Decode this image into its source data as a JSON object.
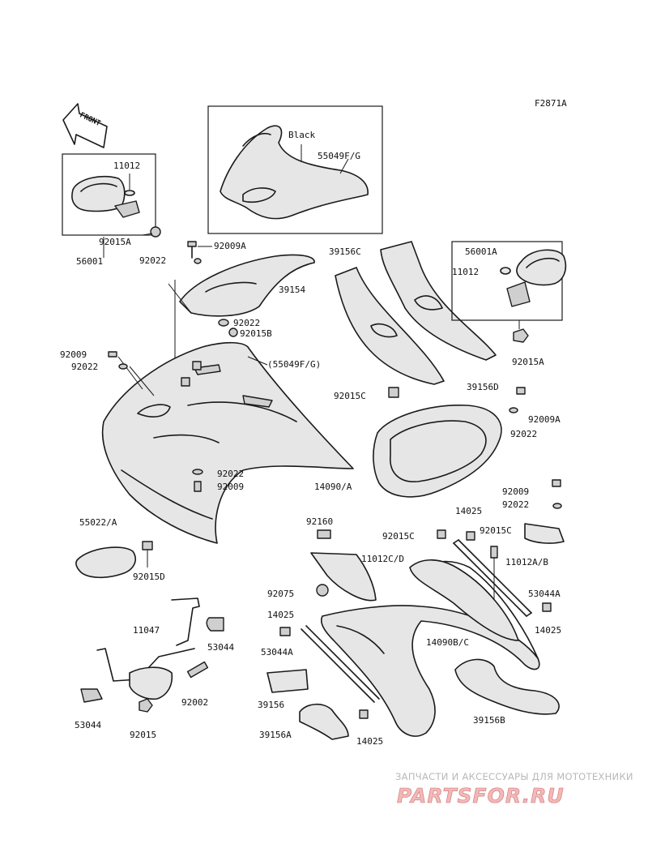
{
  "diagram_code": "F2871A",
  "front_arrow_label": "FRONT",
  "color_note": "Black",
  "watermark": {
    "subtitle": "ЗАПЧАСТИ И АКСЕССУАРЫ ДЛЯ МОТОТЕХНИКИ",
    "brand": "PARTSFOR.RU",
    "brand_color": "#e06060"
  },
  "labels": [
    "11012",
    "92015A",
    "56001",
    "55049F/G",
    "92009A",
    "92022",
    "39154",
    "92022",
    "92015B",
    "39156C",
    "56001A",
    "11012",
    "92015A",
    "39156D",
    "92009",
    "92022",
    "(55049F/G)",
    "92015C",
    "92009A",
    "92022",
    "92022",
    "92009",
    "14090/A",
    "55022/A",
    "92009",
    "92022",
    "92160",
    "92015C",
    "92015C",
    "11012C/D",
    "11012A/B",
    "14025",
    "92015D",
    "92075",
    "53044A",
    "14025",
    "14025",
    "53044A",
    "14090B/C",
    "11047",
    "53044",
    "92002",
    "53044",
    "92015",
    "39156",
    "39156A",
    "14025",
    "39156B"
  ]
}
